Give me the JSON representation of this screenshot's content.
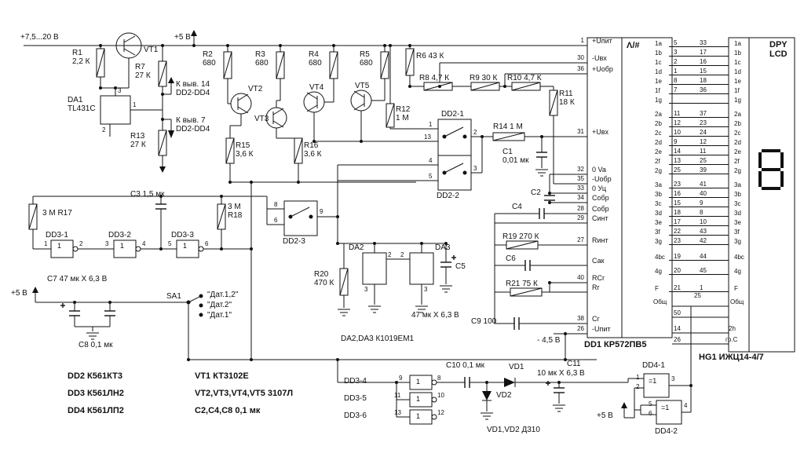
{
  "colors": {
    "bg": "#ffffff",
    "ink": "#111111"
  },
  "labels": {
    "vin": "+7,5...20 В",
    "r1": "R1\n2,2 К",
    "vt1": "VT1",
    "p5v_top": "+5 В",
    "kv14": "К выв. 14\nDD2-DD4",
    "kv7": "К выв. 7\nDD2-DD4",
    "da1": "DA1\nTL431C",
    "r7": "R7\n27 К",
    "r13": "R13\n27 К",
    "r2": "R2\n680",
    "r3": "R3\n680",
    "r4": "R4\n680",
    "r5": "R5\n680",
    "r6": "R6 43 К",
    "vt2": "VT2",
    "vt3": "VT3",
    "vt4": "VT4",
    "vt5": "VT5",
    "r15": "R15\n3,6 К",
    "r16": "R16\n3,6 К",
    "r12": "R12\n1 М",
    "r8": "R8 4,7 К",
    "r9": "R9 30 К",
    "r10": "R10 4,7 К",
    "r11": "R11\n18 К",
    "dd2_1": "DD2-1",
    "dd2_2": "DD2-2",
    "dd2_3": "DD2-3",
    "r14": "R14 1 М",
    "c1": "C1\n0,01 мк",
    "c2": "C2",
    "c4": "C4",
    "c6": "C6",
    "r19": "R19 270 К",
    "r21": "R21 75 К",
    "c9": "C9 100",
    "r17": "3 М  R17",
    "r18": "3 М\nR18",
    "c3": "C3 1,5 мк",
    "dd3_1": "DD3-1",
    "dd3_2": "DD3-2",
    "dd3_3": "DD3-3",
    "c7": "C7  47 мк X 6,3 В",
    "p5v_left": "+5 В",
    "c8": "C8  0,1 мк",
    "sa1": "SA1",
    "dat12": "\"Дат.1,2\"",
    "dat2": "\"Дат.2\"",
    "dat1": "\"Дат.1\"",
    "da2": "DA2",
    "da3": "DA3",
    "r20": "R20\n470 К",
    "c5": "C5",
    "c5v": "47 мк X 6,3 В",
    "da23": "DA2,DA3  К1019ЕМ1",
    "m45": "- 4,5 В",
    "dd1name": "DD1 КР572ПВ5",
    "hg1name": "HG1  ИЖЦ14-4/7",
    "leg_dd2": "DD2  К561КТ3",
    "leg_dd3": "DD3  К561ЛН2",
    "leg_dd4": "DD4  К561ЛП2",
    "leg_vt1": "VT1 КТ3102Е",
    "leg_vt25": "VT2,VT3,VT4,VT5  3107Л",
    "leg_c": "C2,C4,C8  0,1 мк",
    "dd3_4": "DD3-4",
    "dd3_5": "DD3-5",
    "dd3_6": "DD3-6",
    "c10": "C10  0,1 мк",
    "vd1": "VD1",
    "vd2": "VD2",
    "c11": "C11",
    "c11v": "10 мк X 6,3 В",
    "vdleg": "VD1,VD2  Д310",
    "dd4_1": "DD4-1",
    "dd4_2": "DD4-2",
    "p5v_bot": "+5 В"
  },
  "pins": {
    "p1": "1",
    "p2": "2",
    "p3": "3",
    "p4": "4",
    "p5": "5",
    "p6": "6",
    "p8": "8",
    "p9": "9",
    "p10": "10",
    "p11": "11",
    "p12": "12",
    "p13": "13"
  },
  "gates": {
    "inv": "1",
    "xor": "=1"
  },
  "dd1": {
    "symbol": "Λ/#",
    "left_pins": [
      {
        "n": "+Uпит",
        "p": "1"
      },
      {
        "n": "-Uвх",
        "p": "30"
      },
      {
        "n": "+Uобр",
        "p": "36"
      },
      {
        "n": "+Uвх",
        "p": "31"
      },
      {
        "n": "0 Va",
        "p": "32"
      },
      {
        "n": "-Uобр",
        "p": "35"
      },
      {
        "n": "0 Уц",
        "p": "33"
      },
      {
        "n": "Собр",
        "p": "34"
      },
      {
        "n": "Собр",
        "p": "28"
      },
      {
        "n": "Синт",
        "p": "29"
      },
      {
        "n": "Rинт",
        "p": "27"
      },
      {
        "n": "Сак",
        "p": ""
      },
      {
        "n": "RCr",
        "p": "40"
      },
      {
        "n": "Rr",
        "p": ""
      },
      {
        "n": "Cr",
        "p": "38"
      },
      {
        "n": "-Uпит",
        "p": "26"
      }
    ]
  },
  "display": {
    "header1": "DPY",
    "header2": "LCD",
    "rows": [
      {
        "s": "1a",
        "a": "5",
        "b": "33"
      },
      {
        "s": "1b",
        "a": "3",
        "b": "17"
      },
      {
        "s": "1c",
        "a": "2",
        "b": "16"
      },
      {
        "s": "1d",
        "a": "1",
        "b": "15"
      },
      {
        "s": "1e",
        "a": "8",
        "b": "18"
      },
      {
        "s": "1f",
        "a": "7",
        "b": "36"
      },
      {
        "s": "1g",
        "a": "",
        "b": ""
      },
      {
        "s": "2a",
        "a": "11",
        "b": "37"
      },
      {
        "s": "2b",
        "a": "12",
        "b": "23"
      },
      {
        "s": "2c",
        "a": "10",
        "b": "24"
      },
      {
        "s": "2d",
        "a": "9",
        "b": "12"
      },
      {
        "s": "2e",
        "a": "14",
        "b": "11"
      },
      {
        "s": "2f",
        "a": "13",
        "b": "25"
      },
      {
        "s": "2g",
        "a": "25",
        "b": "39"
      },
      {
        "s": "3a",
        "a": "23",
        "b": "41"
      },
      {
        "s": "3b",
        "a": "16",
        "b": "40"
      },
      {
        "s": "3c",
        "a": "15",
        "b": "9"
      },
      {
        "s": "3d",
        "a": "18",
        "b": "8"
      },
      {
        "s": "3e",
        "a": "17",
        "b": "10"
      },
      {
        "s": "3f",
        "a": "22",
        "b": "43"
      },
      {
        "s": "3g",
        "a": "23",
        "b": "42"
      },
      {
        "s": "4bc",
        "a": "19",
        "b": "44"
      },
      {
        "s": "4g",
        "a": "20",
        "b": "45"
      },
      {
        "s": "F",
        "a": "21",
        "b": "1"
      }
    ],
    "extra": {
      "obsh": "Общ",
      "n50": "50",
      "n14": "14",
      "n26": "26",
      "n2h": "2h",
      "grc": "гр.C",
      "n25": "25"
    }
  }
}
